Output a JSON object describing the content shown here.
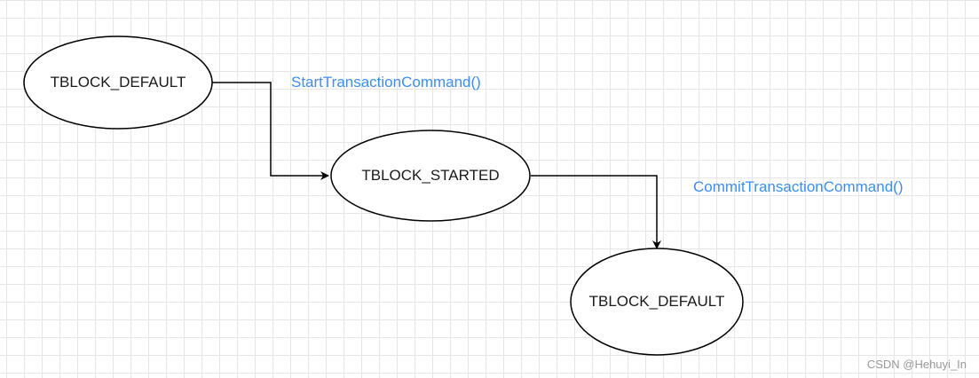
{
  "nodes": [
    {
      "id": "default-1",
      "label": "TBLOCK_DEFAULT"
    },
    {
      "id": "started",
      "label": "TBLOCK_STARTED"
    },
    {
      "id": "default-2",
      "label": "TBLOCK_DEFAULT"
    }
  ],
  "edges": [
    {
      "from": "default-1",
      "to": "started",
      "label": "StartTransactionCommand()"
    },
    {
      "from": "started",
      "to": "default-2",
      "label": "CommitTransactionCommand()"
    }
  ],
  "colors": {
    "edge_label": "#3c8ef0",
    "stroke": "#000000",
    "grid": "#e6e6e6"
  },
  "watermark": "CSDN @Hehuyi_In"
}
